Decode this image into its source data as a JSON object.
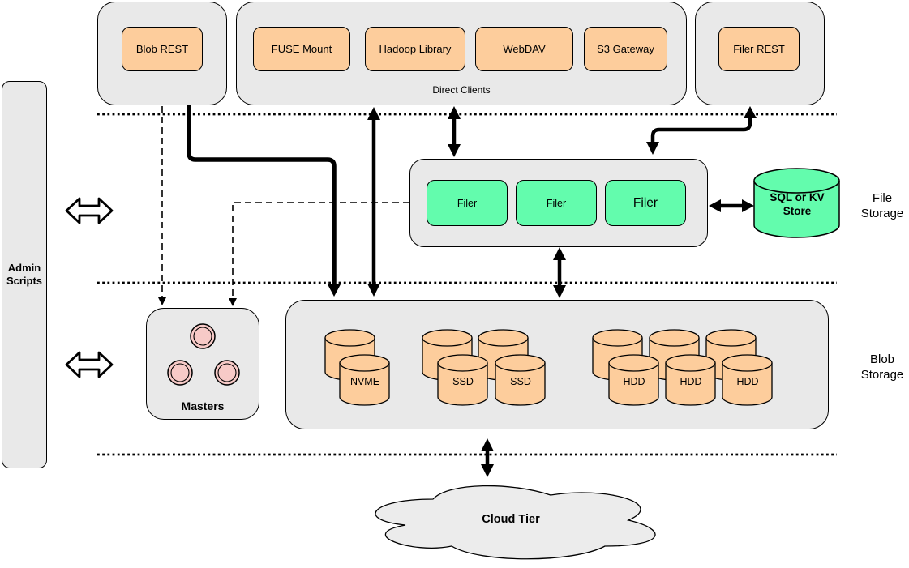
{
  "layers": {
    "client_layer": {
      "blob_rest": "Blob REST",
      "direct_clients_label": "Direct Clients",
      "direct_clients": [
        "FUSE Mount",
        "Hadoop Library",
        "WebDAV",
        "S3 Gateway"
      ],
      "filer_rest": "Filer REST"
    },
    "admin": {
      "label": "Admin Scripts"
    },
    "file_storage": {
      "layer_label": "File Storage",
      "filers": [
        "Filer",
        "Filer",
        "Filer"
      ],
      "metadata_store": "SQL or KV Store"
    },
    "blob_storage": {
      "layer_label": "Blob Storage",
      "masters_label": "Masters",
      "drives": [
        "NVME",
        "SSD",
        "SSD",
        "HDD",
        "HDD",
        "HDD"
      ]
    },
    "cloud": {
      "label": "Cloud Tier"
    }
  },
  "colors": {
    "container_fill": "#E9E9E9",
    "client_fill": "#FDCD9C",
    "filer_fill": "#63FCAD",
    "master_fill": "#F7CAC7"
  }
}
